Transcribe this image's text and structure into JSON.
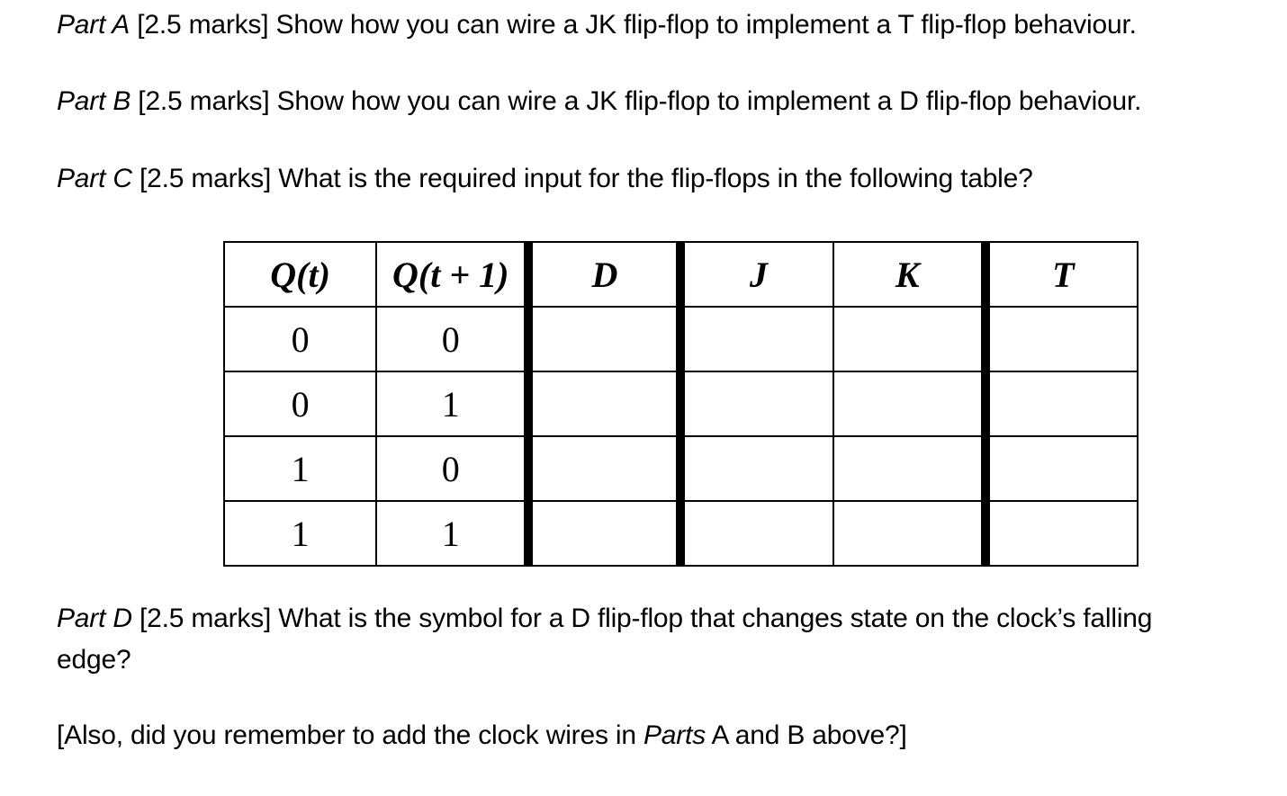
{
  "page": {
    "background_color": "#ffffff",
    "text_color": "#000000"
  },
  "paragraphs": {
    "part_a": {
      "label": "Part A",
      "text": " [2.5 marks] Show how you can wire a JK flip-flop to implement a T flip-flop behaviour."
    },
    "part_b": {
      "label": "Part B",
      "text": " [2.5 marks] Show how you can wire a JK flip-flop to implement a D flip-flop behaviour."
    },
    "part_c": {
      "label": "Part C",
      "text": " [2.5 marks] What is the required input for the flip-flops in the following table?"
    },
    "part_d": {
      "label": "Part D",
      "line1": " [2.5 marks] What is the symbol for a D flip-flop that changes state on the clock’s falling",
      "line2": "edge?"
    },
    "note": {
      "prefix": "[Also, did you remember to add the clock wires in ",
      "italic_word": "Parts",
      "suffix": " A and B above?]"
    }
  },
  "table": {
    "headers": [
      "Q(t)",
      "Q(t + 1)",
      "D",
      "J",
      "K",
      "T"
    ],
    "rows": [
      [
        "0",
        "0",
        "",
        "",
        "",
        ""
      ],
      [
        "0",
        "1",
        "",
        "",
        "",
        ""
      ],
      [
        "1",
        "0",
        "",
        "",
        "",
        ""
      ],
      [
        "1",
        "1",
        "",
        "",
        "",
        ""
      ]
    ]
  }
}
